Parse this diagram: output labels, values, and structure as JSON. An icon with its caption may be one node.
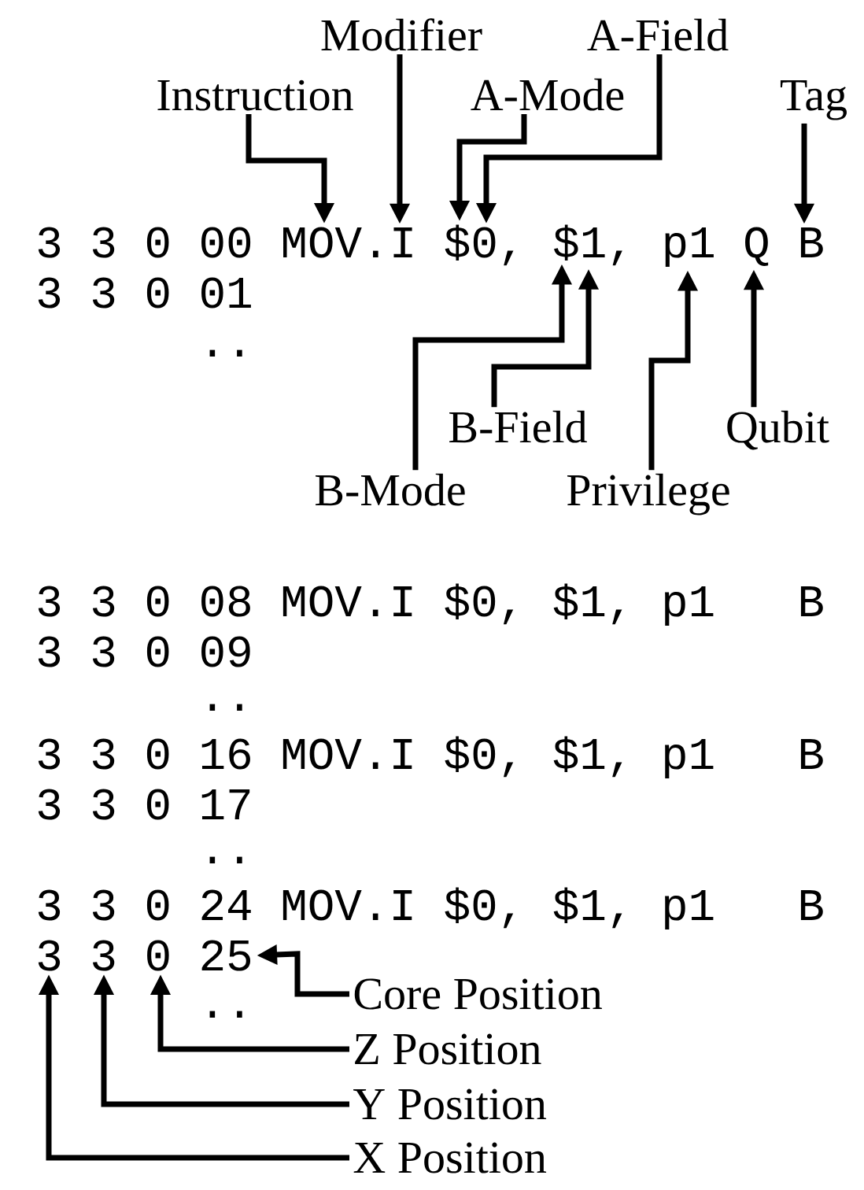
{
  "diagram": {
    "nodes": [
      {
        "text": [
          "Modifier"
        ]
      },
      {
        "text": [
          "A-Field"
        ]
      },
      {
        "text": [
          "Instruction"
        ]
      },
      {
        "text": [
          "A-Mode"
        ]
      },
      {
        "text": [
          "Tag"
        ]
      },
      {
        "text": [
          "MOV."
        ]
      },
      {
        "text": [
          "I"
        ]
      },
      {
        "text": [
          "$"
        ]
      },
      {
        "text": [
          "0,"
        ]
      },
      {
        "text": [
          "$"
        ]
      },
      {
        "text": [
          "1,"
        ]
      },
      {
        "text": [
          "p1"
        ]
      },
      {
        "text": [
          "Q"
        ]
      },
      {
        "text": [
          "B"
        ]
      },
      {
        "text": [
          "B-Field"
        ]
      },
      {
        "text": [
          "Qubit"
        ]
      },
      {
        "text": [
          "B-Mode"
        ]
      },
      {
        "text": [
          "Privilege"
        ]
      },
      {
        "text": [
          "3"
        ]
      },
      {
        "text": [
          "3"
        ]
      },
      {
        "text": [
          "0"
        ]
      },
      {
        "text": [
          "25"
        ]
      },
      {
        "text": [
          "Core Position"
        ]
      },
      {
        "text": [
          "Z Position"
        ]
      },
      {
        "text": [
          "Y Position"
        ]
      },
      {
        "text": [
          "X Position"
        ]
      }
    ],
    "edges": [
      {
        "from": 2,
        "to": 5,
        "arrow": "to"
      },
      {
        "from": 0,
        "to": 6,
        "arrow": "to"
      },
      {
        "from": 3,
        "to": 7,
        "arrow": "to"
      },
      {
        "from": 1,
        "to": 8,
        "arrow": "to"
      },
      {
        "from": 4,
        "to": 13,
        "arrow": "to"
      },
      {
        "from": 16,
        "to": 9,
        "arrow": "to"
      },
      {
        "from": 14,
        "to": 10,
        "arrow": "to"
      },
      {
        "from": 17,
        "to": 11,
        "arrow": "to"
      },
      {
        "from": 15,
        "to": 12,
        "arrow": "to"
      },
      {
        "from": 22,
        "to": 21,
        "arrow": "to"
      },
      {
        "from": 23,
        "to": 20,
        "arrow": "to"
      },
      {
        "from": 24,
        "to": 19,
        "arrow": "to"
      },
      {
        "from": 25,
        "to": 18,
        "arrow": "to"
      }
    ],
    "labels": [
      "3 3 0 00",
      "3 3 0 01",
      "..",
      "3 3 0 08 MOV.I $0, $1, p1",
      "B",
      "3 3 0 09",
      "..",
      "3 3 0 16 MOV.I $0, $1, p1",
      "B",
      "3 3 0 17",
      "..",
      "3 3 0 24 MOV.I $0, $1, p1",
      "B",
      ".."
    ]
  }
}
